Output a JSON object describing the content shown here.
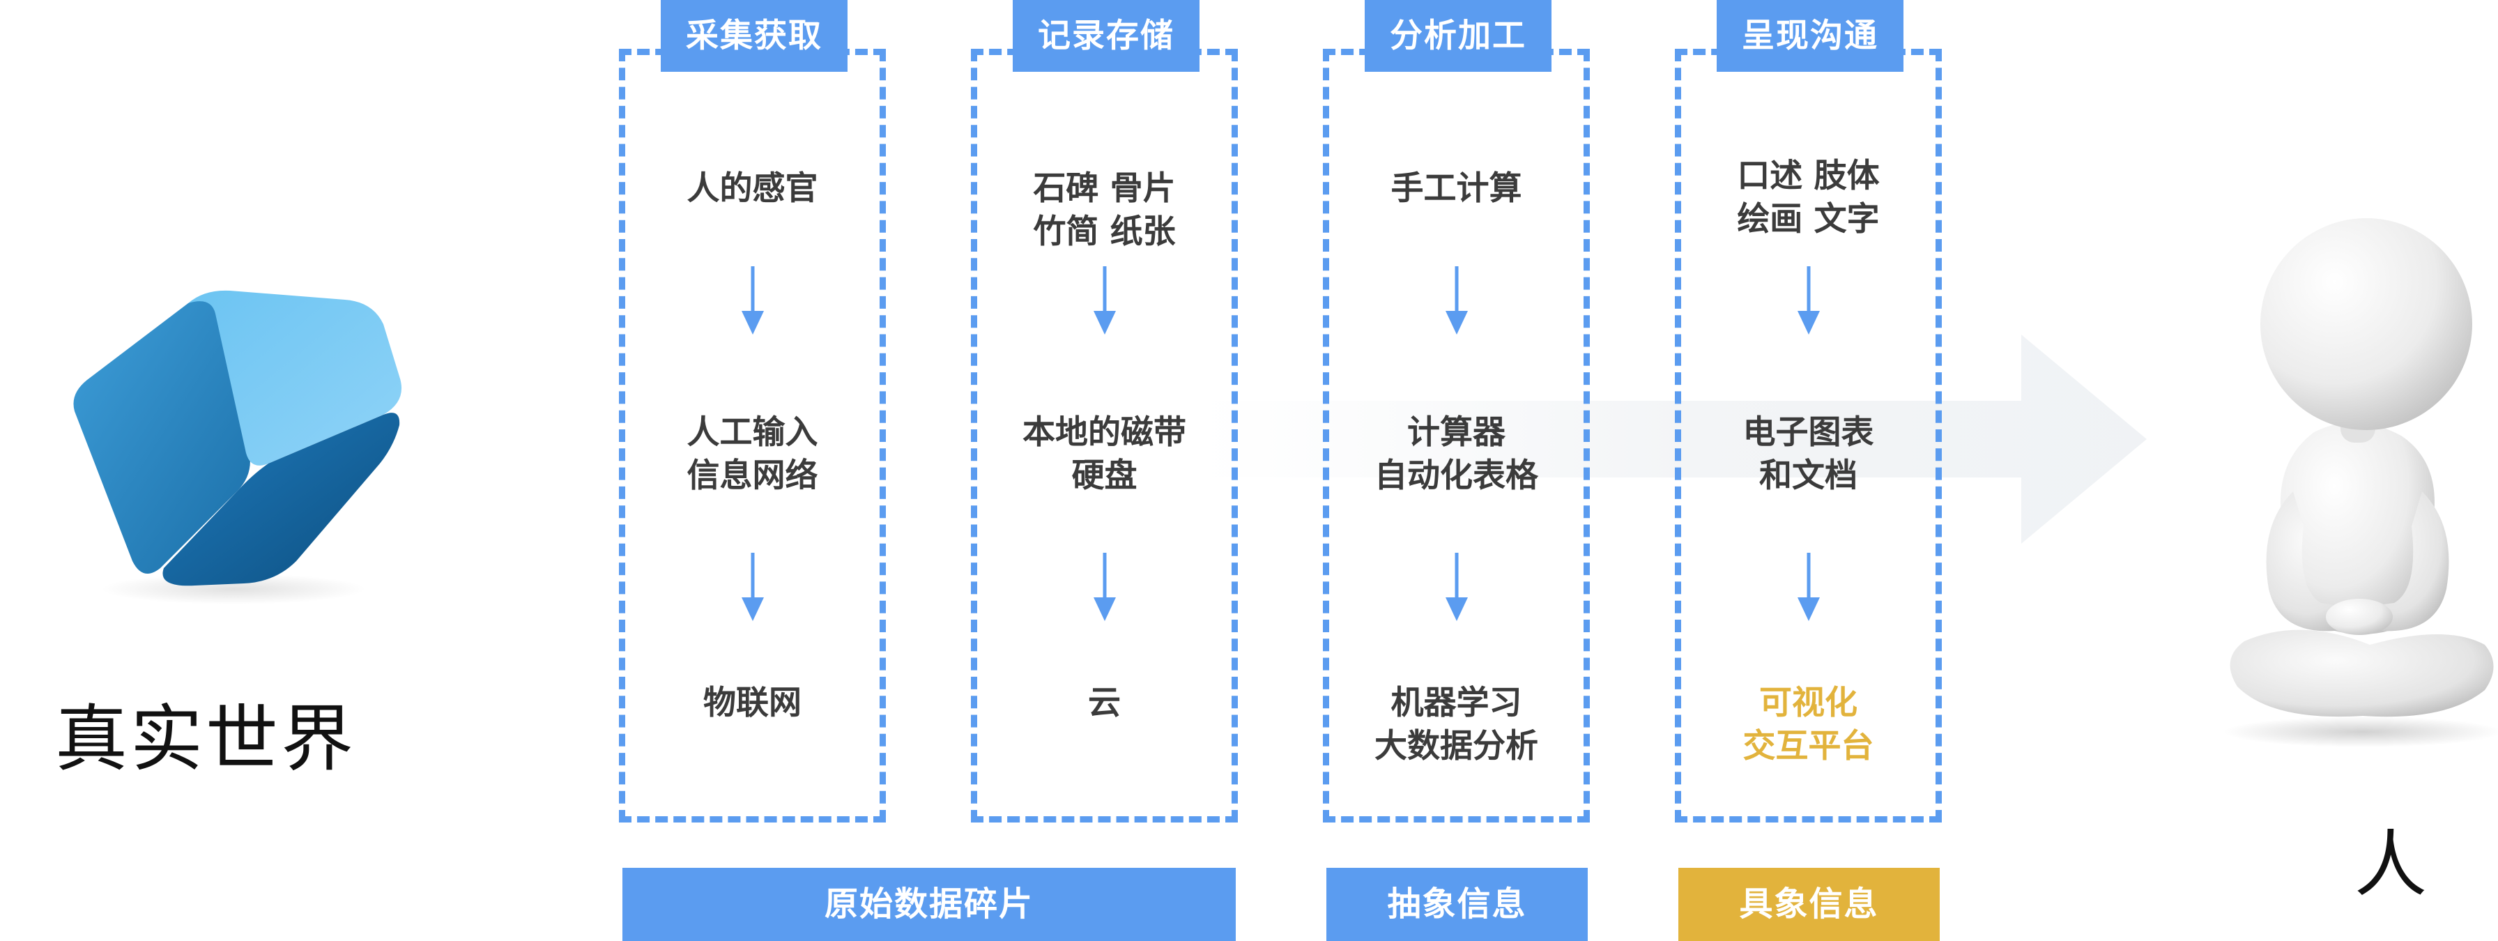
{
  "world": {
    "label": "真实世界",
    "icon": "cube-icon"
  },
  "person": {
    "label": "人",
    "icon": "person-figure"
  },
  "colors": {
    "accent_blue": "#5b9cf0",
    "accent_gold": "#e2b33c",
    "text": "#3b3b3b"
  },
  "stages": [
    {
      "header": "采集获取",
      "items": [
        "人的感官",
        "人工输入\n信息网络",
        "物联网"
      ]
    },
    {
      "header": "记录存储",
      "items": [
        "石碑  骨片\n竹简  纸张",
        "本地的磁带\n硬盘",
        "云"
      ]
    },
    {
      "header": "分析加工",
      "items": [
        "手工计算",
        "计算器\n自动化表格",
        "机器学习\n大数据分析"
      ]
    },
    {
      "header": "呈现沟通",
      "items": [
        "口述  肢体\n绘画  文字",
        "电子图表\n和文档",
        "可视化\n交互平台"
      ]
    }
  ],
  "categories": [
    {
      "label": "原始数据碎片",
      "color": "#5b9cf0"
    },
    {
      "label": "抽象信息",
      "color": "#5b9cf0"
    },
    {
      "label": "具象信息",
      "color": "#e2b33c"
    }
  ]
}
